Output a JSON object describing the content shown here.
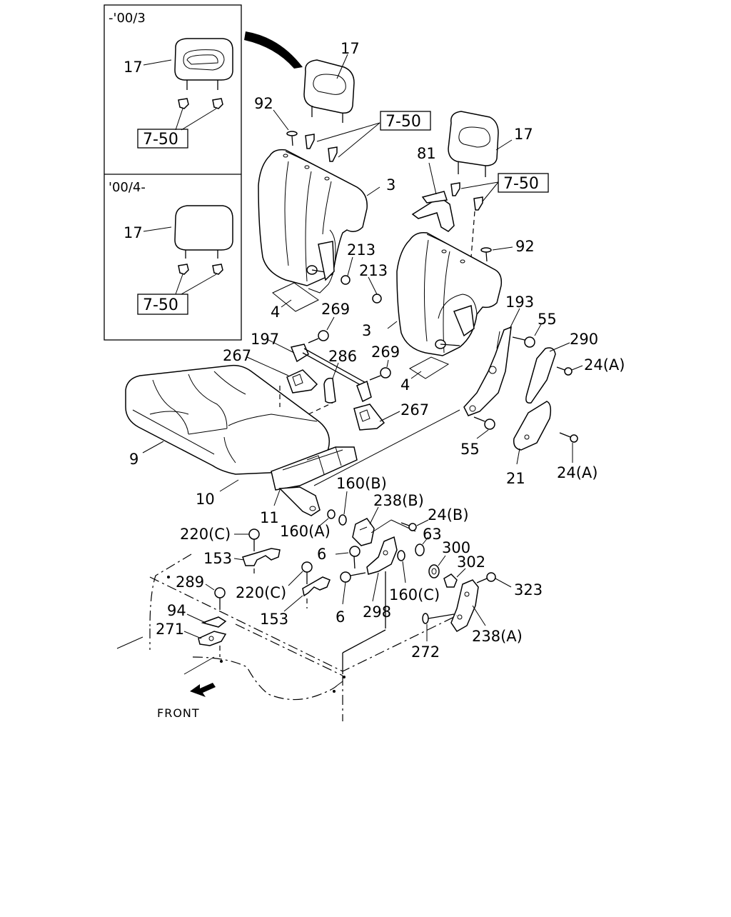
{
  "inset": {
    "top_label": "-'00/3",
    "bottom_label": "'00/4-",
    "ref_box": "7-50"
  },
  "ref_box": "7-50",
  "front_label": "FRONT",
  "callouts": {
    "p17": "17",
    "p92": "92",
    "p3": "3",
    "p4": "4",
    "p81": "81",
    "p213": "213",
    "p269": "269",
    "p197": "197",
    "p267": "267",
    "p286": "286",
    "p9": "9",
    "p10": "10",
    "p11": "11",
    "p193": "193",
    "p55": "55",
    "p290": "290",
    "p24A": "24(A)",
    "p21": "21",
    "p160A": "160(A)",
    "p160B": "160(B)",
    "p160C": "160(C)",
    "p238A": "238(A)",
    "p238B": "238(B)",
    "p24B": "24(B)",
    "p63": "63",
    "p300": "300",
    "p302": "302",
    "p323": "323",
    "p272": "272",
    "p298": "298",
    "p6": "6",
    "p220C": "220(C)",
    "p153": "153",
    "p289": "289",
    "p94": "94",
    "p271": "271"
  }
}
